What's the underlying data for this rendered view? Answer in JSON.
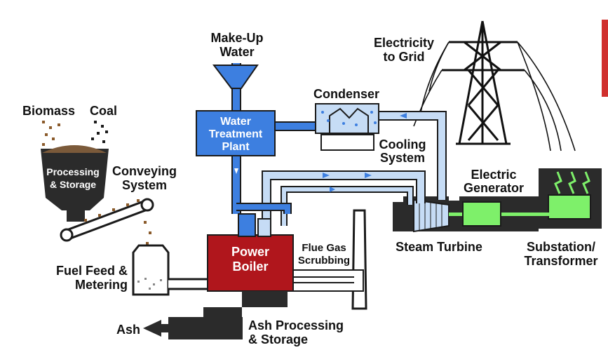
{
  "labels": {
    "make_up_water_1": "Make-Up",
    "make_up_water_2": "Water",
    "electricity_1": "Electricity",
    "electricity_2": "to Grid",
    "biomass": "Biomass",
    "coal": "Coal",
    "processing_1": "Processing",
    "processing_2": "& Storage",
    "conveying_1": "Conveying",
    "conveying_2": "System",
    "water_treatment_1": "Water",
    "water_treatment_2": "Treatment",
    "water_treatment_3": "Plant",
    "condenser": "Condenser",
    "cooling_1": "Cooling",
    "cooling_2": "System",
    "electric_gen_1": "Electric",
    "electric_gen_2": "Generator",
    "steam_turbine": "Steam Turbine",
    "substation_1": "Substation/",
    "substation_2": "Transformer",
    "power_boiler_1": "Power",
    "power_boiler_2": "Boiler",
    "flue_gas_1": "Flue Gas",
    "flue_gas_2": "Scrubbing",
    "fuel_feed_1": "Fuel Feed &",
    "fuel_feed_2": "Metering",
    "ash": "Ash",
    "ash_proc_1": "Ash Processing",
    "ash_proc_2": "& Storage"
  },
  "colors": {
    "water_blue": "#3d7fe0",
    "steam_light_blue": "#c6dcf5",
    "boiler_red": "#b0161c",
    "generator_green": "#7ef06a",
    "machinery_dark": "#2b2b2b",
    "accent_red": "#d0302e"
  }
}
